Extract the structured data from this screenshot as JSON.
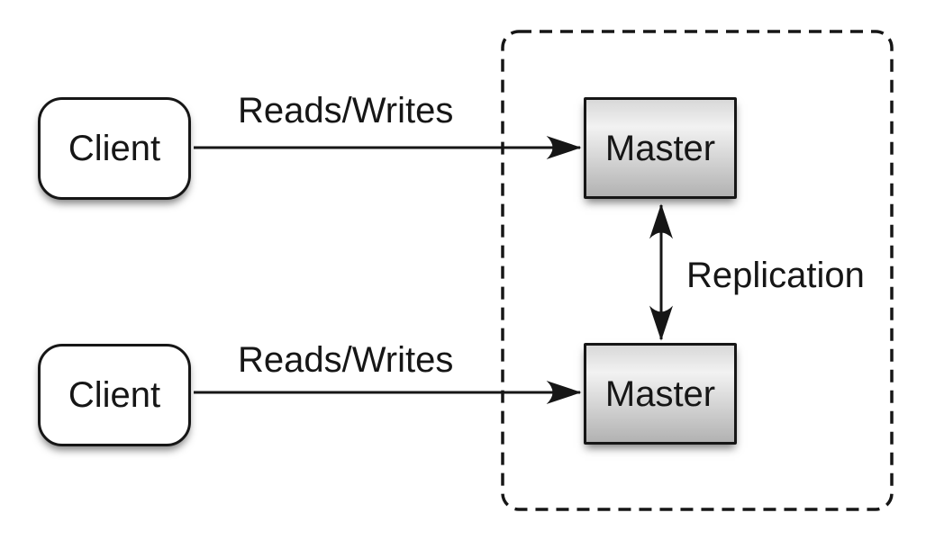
{
  "diagram": {
    "nodes": {
      "client_top": {
        "label": "Client"
      },
      "client_bottom": {
        "label": "Client"
      },
      "master_top": {
        "label": "Master"
      },
      "master_bottom": {
        "label": "Master"
      }
    },
    "edges": {
      "reads_writes_top": {
        "label": "Reads/Writes"
      },
      "reads_writes_bottom": {
        "label": "Reads/Writes"
      },
      "replication": {
        "label": "Replication"
      }
    },
    "colors": {
      "background": "#ffffff",
      "stroke": "#161616",
      "client_fill": "#ffffff",
      "master_fill_top": "#d8d8d8",
      "master_fill_mid": "#f2f2f2",
      "master_fill_bottom": "#b2b2b2"
    }
  }
}
